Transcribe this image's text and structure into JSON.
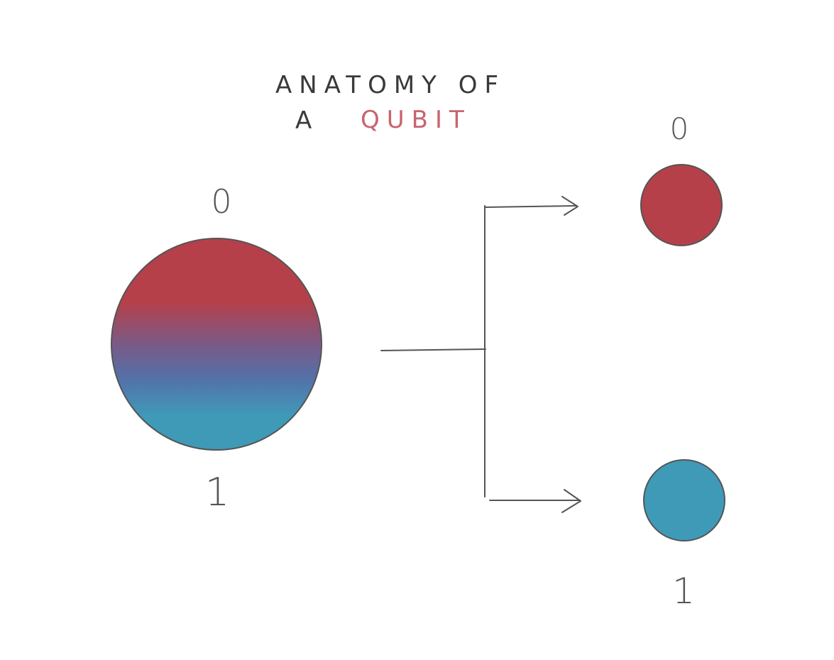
{
  "title": {
    "line1": "ANATOMY OF",
    "line2_prefix": "A",
    "line2_accent": "QUBIT"
  },
  "qubit": {
    "top_label": "0",
    "bottom_label": "1"
  },
  "outcomes": {
    "zero": {
      "label": "0"
    },
    "one": {
      "label": "1"
    }
  },
  "colors": {
    "red": "#b5404a",
    "blue": "#3f9ab8",
    "mid_purple": "#7a5a86",
    "deep_blue": "#5470a8",
    "stroke": "#555555",
    "title_text": "#3a3a3a",
    "accent_text": "#c9636e"
  }
}
